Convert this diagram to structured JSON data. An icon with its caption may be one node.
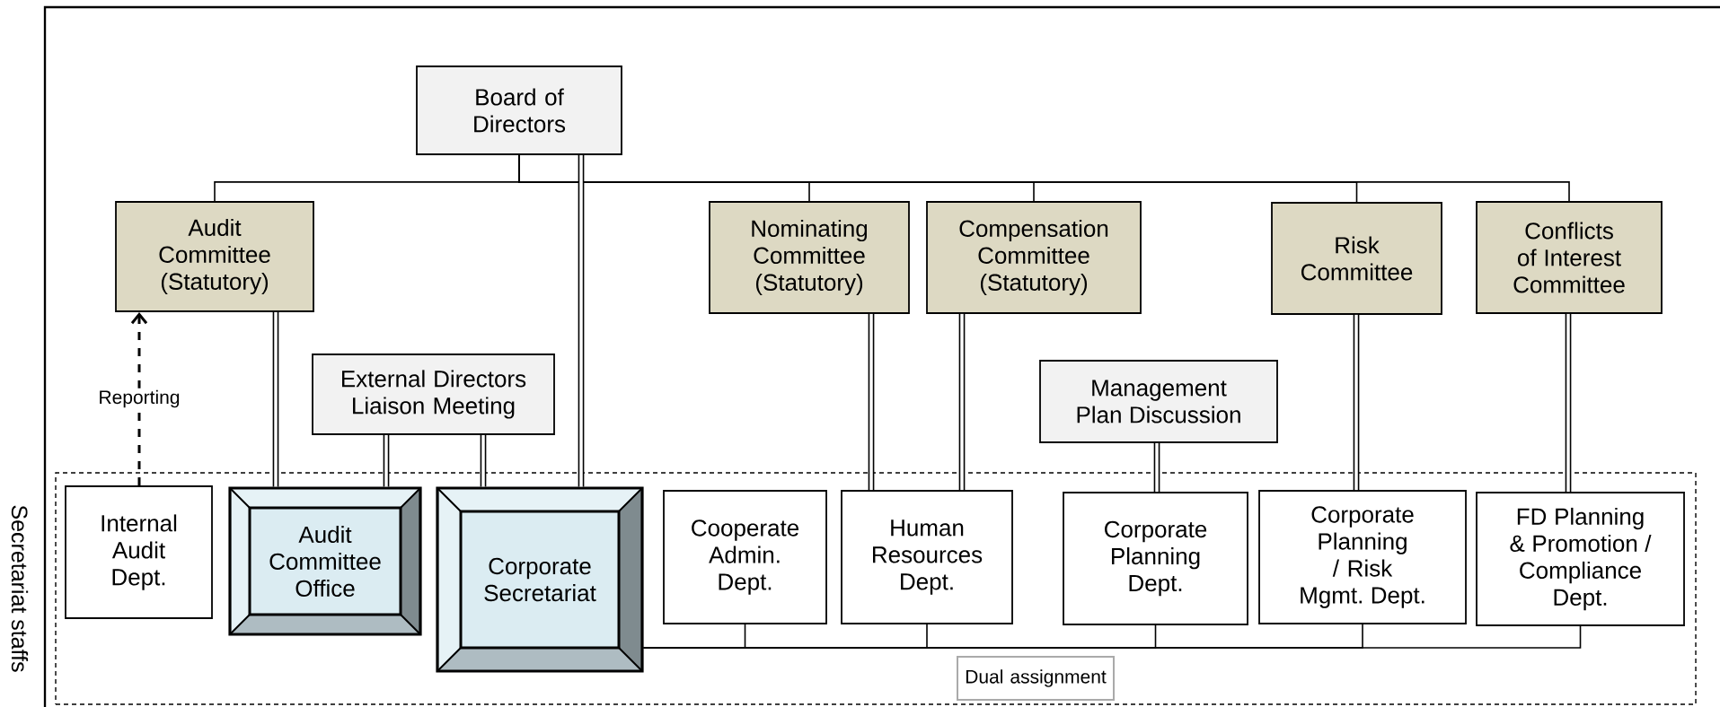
{
  "diagram": {
    "nodes": [
      {
        "text": [
          "Board of Directors"
        ]
      },
      {
        "text": [
          "Audit Committee (Statutory)"
        ]
      },
      {
        "text": [
          "Nominating Committee (Statutory)"
        ]
      },
      {
        "text": [
          "Compensation Committee (Statutory)"
        ]
      },
      {
        "text": [
          "Risk Committee"
        ]
      },
      {
        "text": [
          "Conflicts of Interest Committee"
        ]
      },
      {
        "text": [
          "External Directors Liaison Meeting"
        ]
      },
      {
        "text": [
          "Management Plan Discussion"
        ]
      },
      {
        "text": [],
        "shape": "box",
        "beside": [
          "Secretariat staffs"
        ]
      },
      {
        "text": [
          "Internal Audit Dept."
        ],
        "in": 8
      },
      {
        "text": [
          "Audit Committee Office"
        ],
        "in": 8
      },
      {
        "text": [
          "Corporate Secretariat"
        ],
        "in": 8
      },
      {
        "text": [
          "Cooperate Admin. Dept."
        ],
        "in": 8
      },
      {
        "text": [
          "Human Resources Dept."
        ],
        "in": 8
      },
      {
        "text": [
          "Corporate Planning Dept."
        ],
        "in": 8
      },
      {
        "text": [
          "Corporate Planning / Risk Mgmt. Dept."
        ],
        "in": 8
      },
      {
        "text": [
          "FD Planning & Promotion / Compliance Dept."
        ],
        "in": 8
      },
      {
        "text": [
          "Dual assignment"
        ],
        "in": 8
      }
    ],
    "edges": [
      {
        "from": 0,
        "to": 1,
        "arrow": "none"
      },
      {
        "from": 0,
        "to": 2,
        "arrow": "none"
      },
      {
        "from": 0,
        "to": 3,
        "arrow": "none"
      },
      {
        "from": 0,
        "to": 4,
        "arrow": "none"
      },
      {
        "from": 0,
        "to": 5,
        "arrow": "none"
      },
      {
        "from": 0,
        "to": 11,
        "arrow": "none",
        "style": "thick"
      },
      {
        "from": 1,
        "to": 10,
        "arrow": "none",
        "style": "thick"
      },
      {
        "from": 6,
        "to": 10,
        "arrow": "none",
        "style": "thick"
      },
      {
        "from": 6,
        "to": 11,
        "arrow": "none",
        "style": "thick"
      },
      {
        "from": 2,
        "to": 13,
        "arrow": "none",
        "style": "thick"
      },
      {
        "from": 3,
        "to": 13,
        "arrow": "none",
        "style": "thick"
      },
      {
        "from": 7,
        "to": 14,
        "arrow": "none",
        "style": "thick"
      },
      {
        "from": 4,
        "to": 15,
        "arrow": "none",
        "style": "thick"
      },
      {
        "from": 5,
        "to": 16,
        "arrow": "none",
        "style": "thick"
      },
      {
        "from": 9,
        "to": 1,
        "arrow": "to",
        "style": "dashed",
        "label": "Reporting"
      },
      {
        "from": 11,
        "to": 12,
        "arrow": "none"
      },
      {
        "from": 11,
        "to": 13,
        "arrow": "none"
      },
      {
        "from": 11,
        "to": 14,
        "arrow": "none"
      },
      {
        "from": 11,
        "to": 15,
        "arrow": "none"
      },
      {
        "from": 11,
        "to": 16,
        "arrow": "none"
      }
    ]
  }
}
